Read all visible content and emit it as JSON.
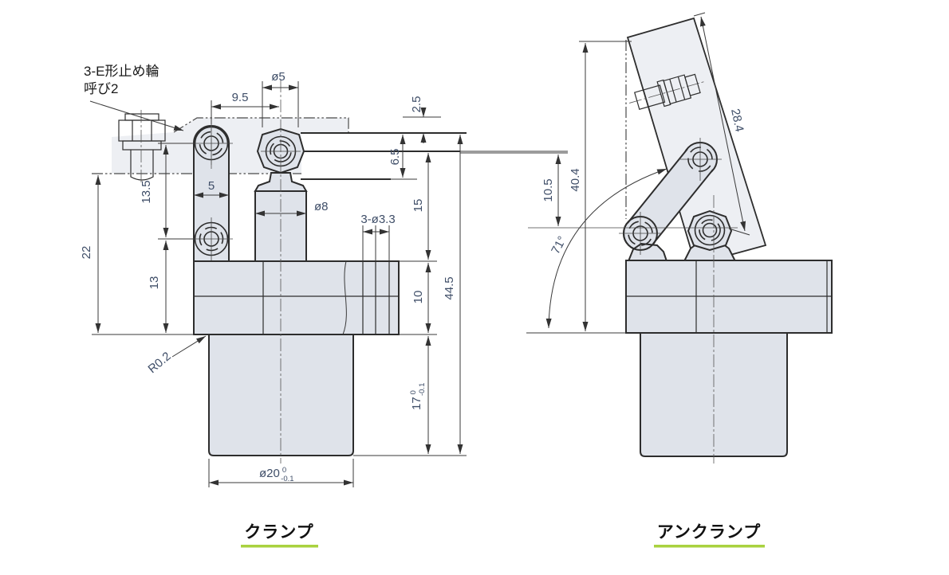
{
  "drawing": {
    "note": {
      "line1": "3-E形止め輪",
      "line2": "呼び2"
    },
    "clamp": {
      "title": "クランプ",
      "dims": {
        "w9_5": "9.5",
        "dia5": "ø5",
        "t2_5": "2.5",
        "h6_5": "6.5",
        "w5": "5",
        "dia8": "ø8",
        "holes": "3-ø3.3",
        "h15": "15",
        "h13_5": "13.5",
        "h22": "22",
        "h13": "13",
        "h10": "10",
        "h44_5": "44.5",
        "r0_2": "R0.2",
        "h17": "17",
        "h17_tol_up": "0",
        "h17_tol_dn": "-0.1",
        "dia20": "ø20",
        "dia20_tol_up": "0",
        "dia20_tol_dn": "-0.1"
      }
    },
    "unclamp": {
      "title": "アンクランプ",
      "dims": {
        "l28_4": "28.4",
        "h10_5": "10.5",
        "h40_4": "40.4",
        "a71": "71°"
      }
    },
    "colors": {
      "part_fill": "#dfe3ea",
      "phantom_fill": "#edeff3",
      "line": "#2d2d2d",
      "dim_text": "#3f4e68",
      "accent_green": "#a9d23f"
    }
  }
}
